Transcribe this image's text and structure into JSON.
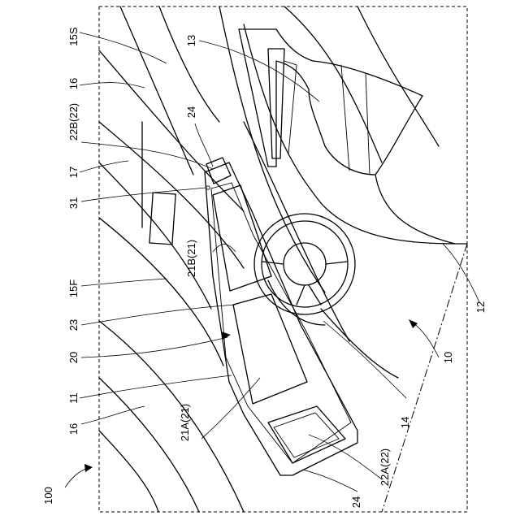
{
  "figure": {
    "labels": {
      "l100": "100",
      "l15S": "15S",
      "l16a": "16",
      "l22B": "22B(22)",
      "l17": "17",
      "l31": "31",
      "l15F": "15F",
      "l23": "23",
      "l20": "20",
      "l11": "11",
      "l16b": "16",
      "l21A": "21A(21)",
      "l24a": "24",
      "l24b": "24",
      "l13": "13",
      "l21B": "21B(21)",
      "l22A": "22A(22)",
      "l14": "14",
      "l10": "10",
      "l12": "12"
    }
  }
}
